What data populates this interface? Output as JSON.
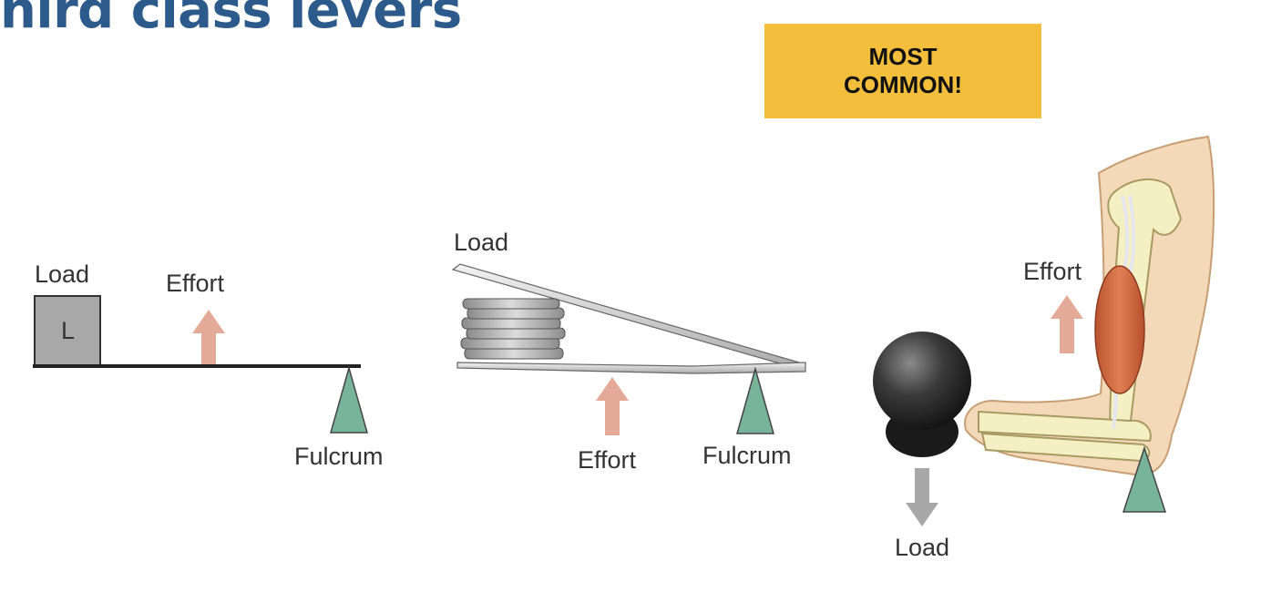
{
  "title": "hird class levers",
  "badge": {
    "text": "MOST COMMON!"
  },
  "colors": {
    "title": "#2c5a8a",
    "badge": "#f2be3c",
    "fulcrum": "#78b49a",
    "effort_arrow": "#e4aa98",
    "load_arrow": "#a7a7a7",
    "load_box": "#a8a8a8"
  },
  "diagram1": {
    "load_label": "Load",
    "box_letter": "L",
    "effort_label": "Effort",
    "fulcrum_label": "Fulcrum"
  },
  "diagram2": {
    "load_label": "Load",
    "effort_label": "Effort",
    "fulcrum_label": "Fulcrum"
  },
  "diagram3": {
    "effort_label": "Effort",
    "load_label": "Load"
  }
}
